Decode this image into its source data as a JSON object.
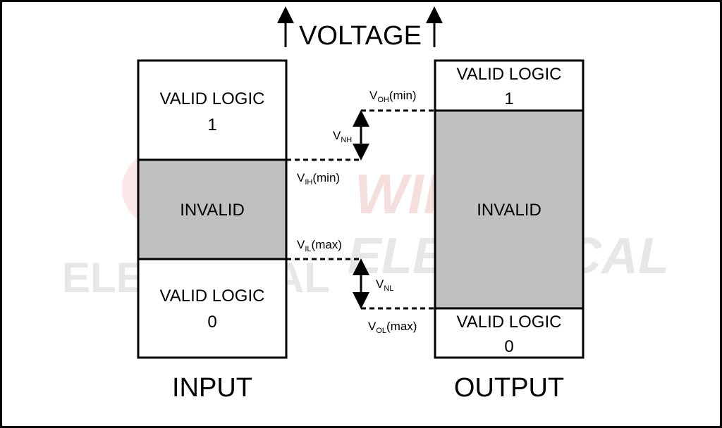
{
  "title": "VOLTAGE",
  "input": {
    "caption": "INPUT",
    "valid_high": {
      "line1": "VALID LOGIC",
      "line2": "1"
    },
    "invalid": "INVALID",
    "valid_low": {
      "line1": "VALID LOGIC",
      "line2": "0"
    }
  },
  "output": {
    "caption": "OUTPUT",
    "valid_high": {
      "line1": "VALID LOGIC",
      "line2": "1"
    },
    "invalid": "INVALID",
    "valid_low": {
      "line1": "VALID LOGIC",
      "line2": "0"
    }
  },
  "levels": {
    "voh": {
      "main": "V",
      "sub": "OH",
      "suffix": "(min)"
    },
    "vih": {
      "main": "V",
      "sub": "IH",
      "suffix": "(min)"
    },
    "vil": {
      "main": "V",
      "sub": "IL",
      "suffix": "(max)"
    },
    "vol": {
      "main": "V",
      "sub": "OL",
      "suffix": "(max)"
    },
    "vnh": {
      "main": "V",
      "sub": "NH"
    },
    "vnl": {
      "main": "V",
      "sub": "NL"
    }
  },
  "watermark": {
    "line1": "WIRA",
    "line2": "ELECTRICAL"
  },
  "colors": {
    "invalid_fill": "#c0c0c0",
    "stroke": "#000000",
    "background": "#ffffff"
  }
}
